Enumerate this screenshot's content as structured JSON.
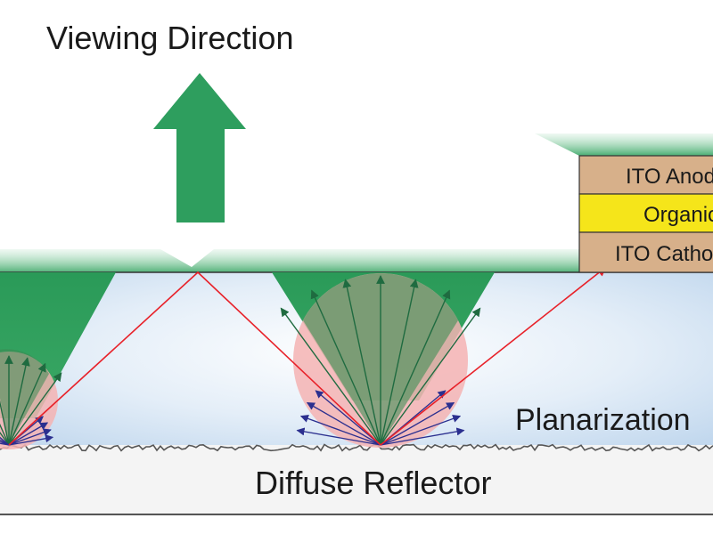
{
  "title": "Viewing Direction",
  "layers": {
    "anode": "ITO Anode",
    "organic": "Organic",
    "cathode": "ITO Cathode"
  },
  "planarization_label": "Planarization",
  "reflector_label": "Diffuse Reflector",
  "colors": {
    "arrow_green": "#2e9e5e",
    "cone_green": "#33a35f",
    "ray_red": "#e8222a",
    "scatter_blue": "#2b2f8f",
    "pink_zone": "#f4b3b3",
    "ito_tan": "#d7b08a",
    "organic_yellow": "#f5e51a",
    "planarization_blue": "#cfe2f3"
  }
}
